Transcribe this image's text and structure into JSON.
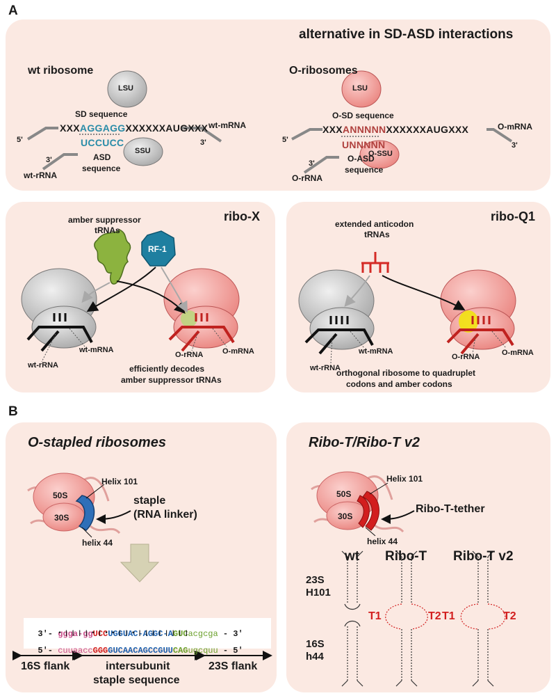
{
  "panel_a": {
    "letter": "A",
    "title": "alternative in SD-ASD interactions",
    "wt": {
      "heading": "wt ribosome",
      "lsu": "LSU",
      "ssu": "SSU",
      "sd_label": "SD sequence",
      "mrna_prefix": "XXX",
      "sd_seq": "AGGAGG",
      "mrna_mid": "XXXXXX",
      "start_codon": "AUG",
      "mrna_suffix": "XXX",
      "asd_seq": "UCCUCC",
      "asd_label_1": "ASD",
      "asd_label_2": "sequence",
      "mrna_label": "wt-mRNA",
      "rrna_label": "wt-rRNA",
      "five_prime": "5'",
      "three_prime_mrna": "3'",
      "three_prime_rrna": "3'"
    },
    "o": {
      "heading": "O-ribosomes",
      "lsu": "LSU",
      "ssu": "O-SSU",
      "sd_label": "O-SD sequence",
      "mrna_prefix": "XXX",
      "sd_seq": "ANNNNN",
      "mrna_mid": "XXXXXX",
      "start_codon": "AUG",
      "mrna_suffix": "XXX",
      "asd_seq": "UNNNNN",
      "asd_label_1": "O-ASD",
      "asd_label_2": "sequence",
      "mrna_label": "O-mRNA",
      "rrna_label": "O-rRNA",
      "five_prime": "5'",
      "three_prime_mrna": "3'",
      "three_prime_rrna": "3'"
    },
    "ribox": {
      "title": "ribo-X",
      "trna_label_1": "amber suppressor",
      "trna_label_2": "tRNAs",
      "rf1": "RF-1",
      "wt_mrna": "wt-mRNA",
      "wt_rrna": "wt-rRNA",
      "o_mrna": "O-mRNA",
      "o_rrna": "O-rRNA",
      "caption_1": "efficiently decodes",
      "caption_2": "amber suppressor tRNAs"
    },
    "riboq1": {
      "title": "ribo-Q1",
      "trna_label_1": "extended anticodon",
      "trna_label_2": "tRNAs",
      "wt_mrna": "wt-mRNA",
      "wt_rrna": "wt-rRNA",
      "o_mrna": "O-mRNA",
      "o_rrna": "O-rRNA",
      "caption_1": "orthogonal ribosome to quadruplet",
      "caption_2": "codons and amber codons"
    }
  },
  "panel_b": {
    "letter": "B",
    "stapled": {
      "title": "O-stapled ribosomes",
      "large": "50S",
      "small": "30S",
      "helix101": "Helix 101",
      "helix44": "helix 44",
      "staple_1": "staple",
      "staple_2": "(RNA linker)",
      "top_prefix": "3'- ",
      "top_pink": "ggga-gg",
      "top_red": "UCC",
      "top_blue": "UGGUAC-AGGC-A",
      "top_green_caps": "GUC",
      "top_green": "acgcga",
      "top_suffix": " - 3'",
      "pairing": "         • | | | | • | • • | | • | | | | | | | |",
      "bot_prefix": "5'- ",
      "bot_pink": "cuuaacc",
      "bot_red": "GGG",
      "bot_blue": "GUCAACAGCCGUU",
      "bot_green_caps": "CAG",
      "bot_green": "ugcquu",
      "bot_suffix": " - 5'",
      "flank_16s": "16S flank",
      "staple_seq_1": "intersubunit",
      "staple_seq_2": "staple sequence",
      "flank_23s": "23S flank"
    },
    "ribot": {
      "title": "Ribo-T/Ribo-T v2",
      "large": "50S",
      "small": "30S",
      "helix101": "Helix 101",
      "helix44": "helix 44",
      "tether": "Ribo-T-tether",
      "col_wt": "wt",
      "col_ribot": "Ribo-T",
      "col_ribotv2": "Ribo-T v2",
      "row1_a": "23S",
      "row1_b": "H101",
      "row2_a": "16S",
      "row2_b": "h44",
      "t1": "T1",
      "t2": "T2",
      "t1b": "T1",
      "t2b": "T2"
    }
  },
  "colors": {
    "panel_bg": "#fbe9e2",
    "teal": "#2a8ca8",
    "brick": "#b0413e",
    "ribo_gray": "#c9c9c9",
    "ribo_pink": "#f2a3a0",
    "tether_red": "#d21e1e",
    "staple_blue": "#1b5fad",
    "pink_seq": "#c94e8a",
    "green_seq": "#6aa02b"
  }
}
